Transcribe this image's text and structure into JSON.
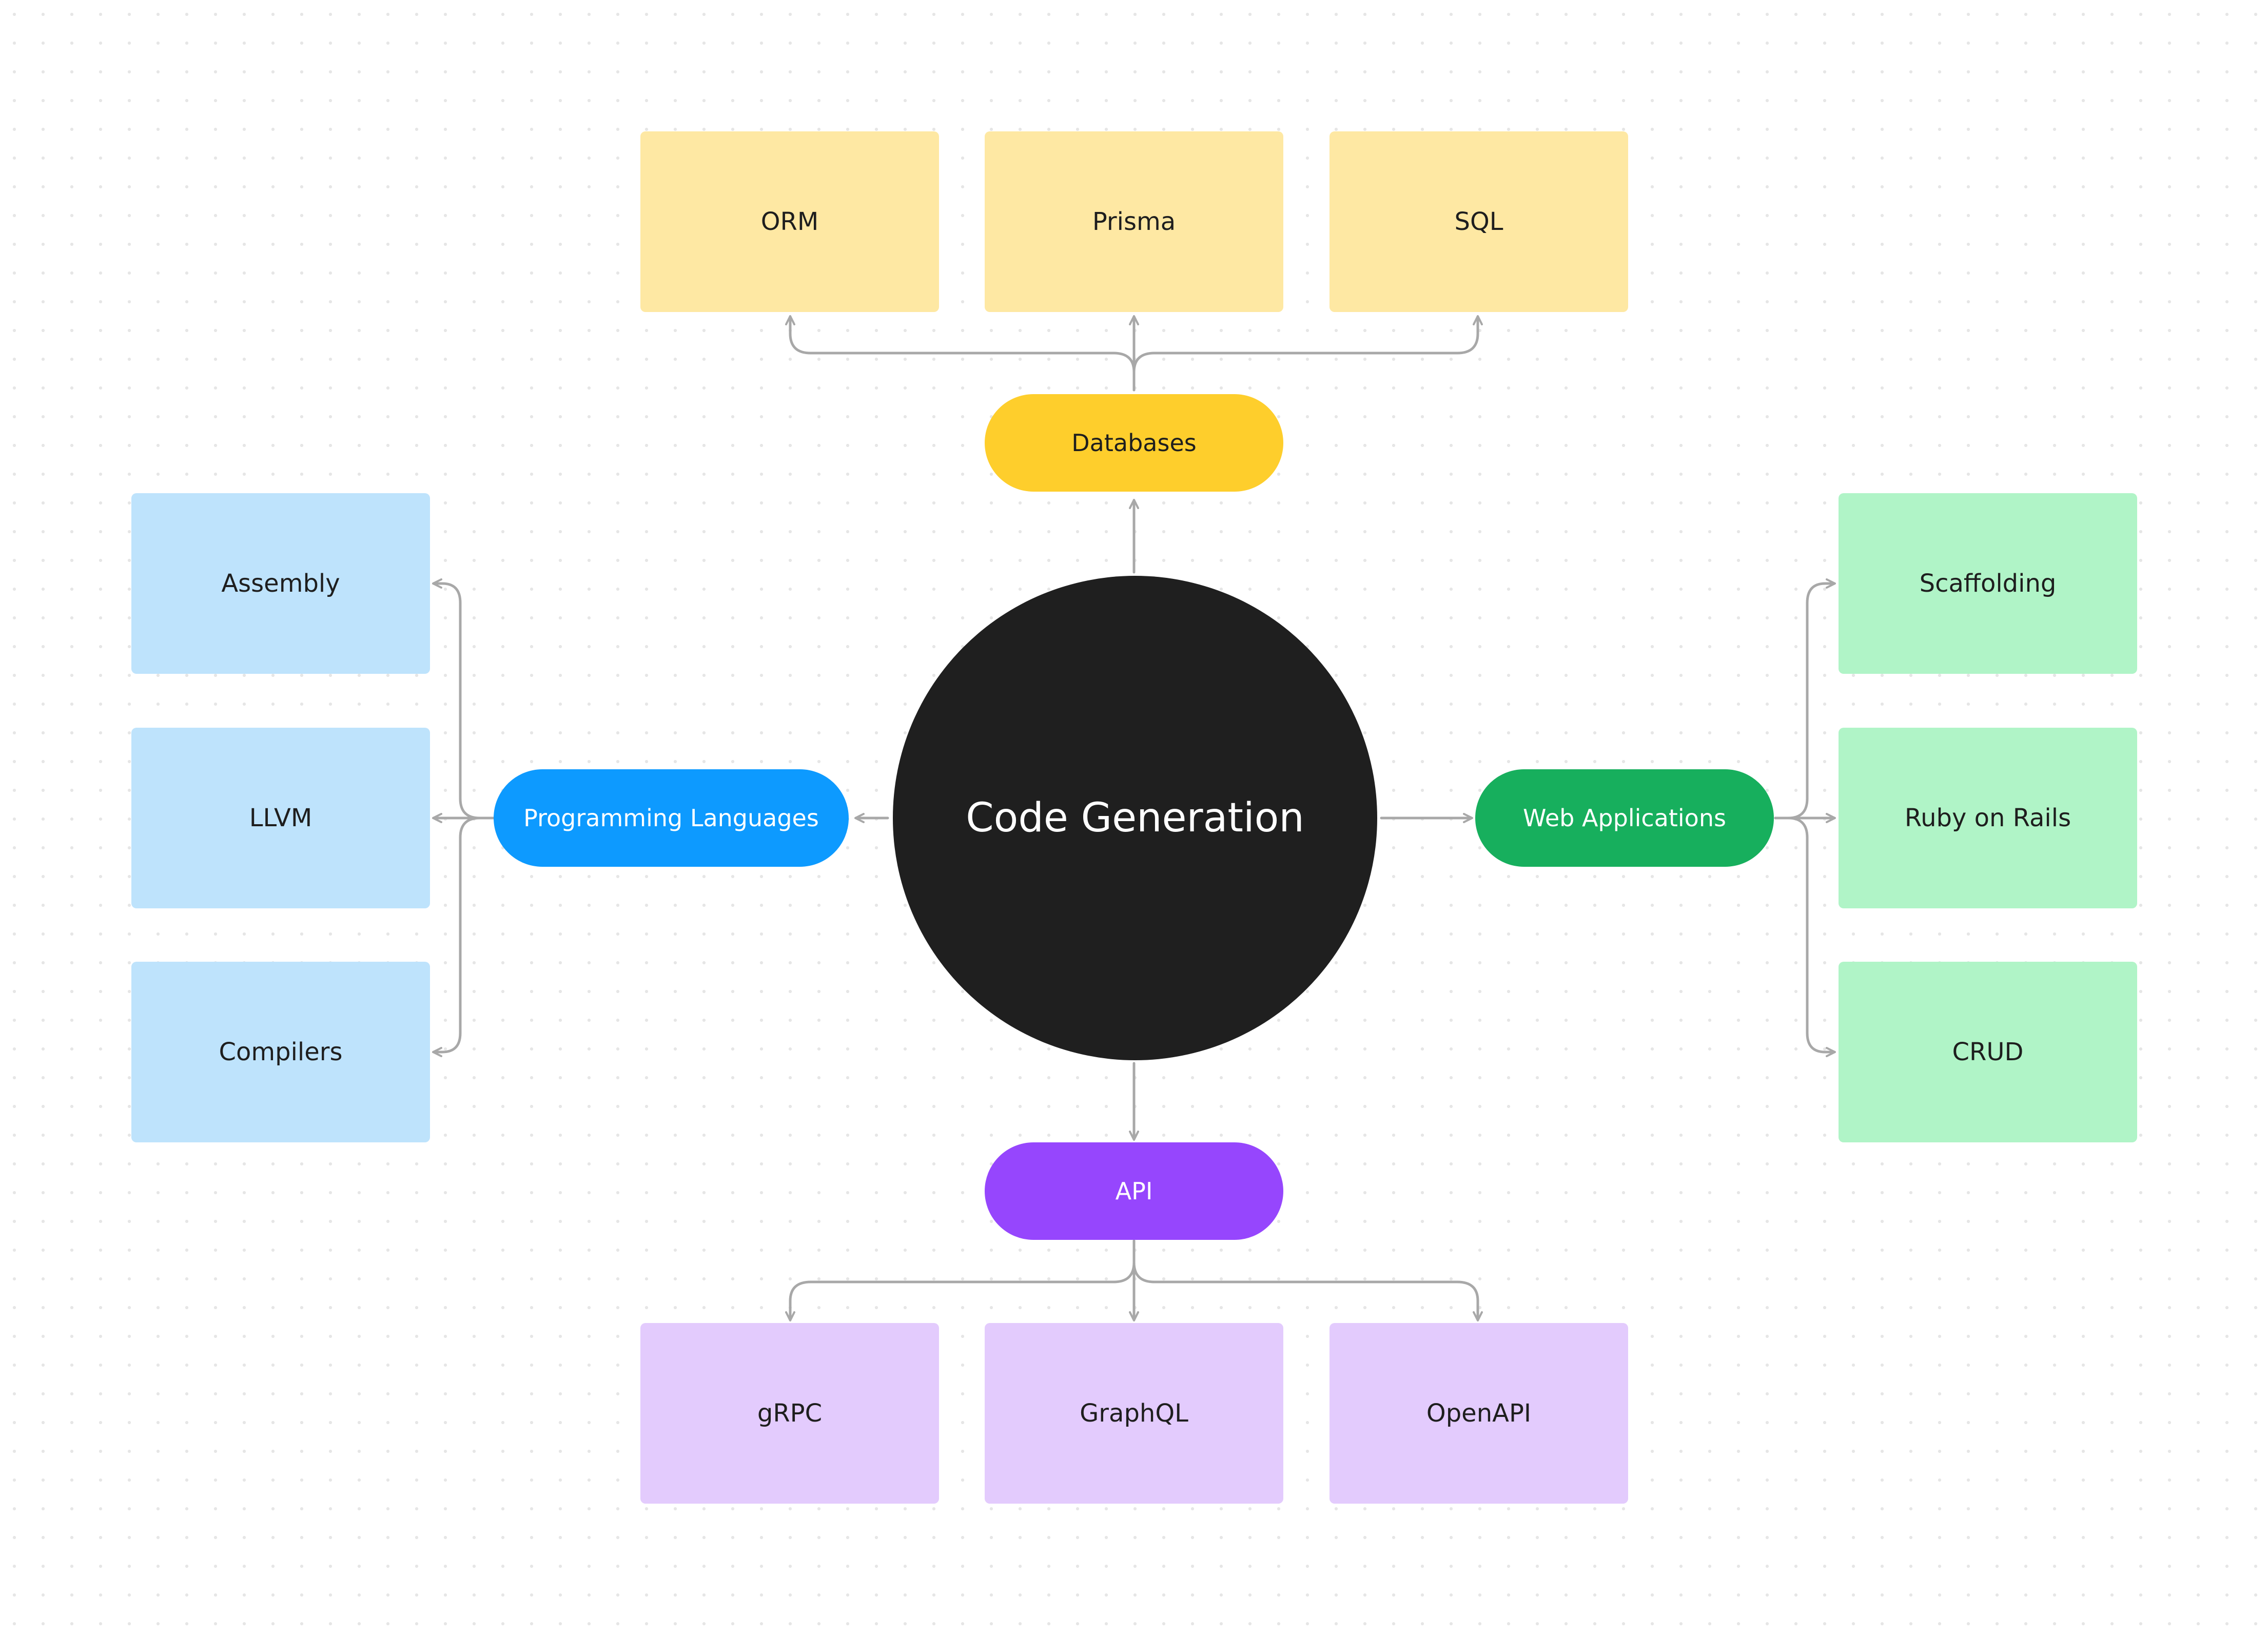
{
  "center": {
    "label": "Code Generation"
  },
  "branches": {
    "databases": {
      "label": "Databases",
      "color": "#fece2c",
      "leaf_color": "#fee8a3",
      "children": [
        "ORM",
        "Prisma",
        "SQL"
      ]
    },
    "programming_languages": {
      "label": "Programming Languages",
      "color": "#0d9aff",
      "leaf_color": "#bee3fc",
      "children": [
        "Assembly",
        "LLVM",
        "Compilers"
      ]
    },
    "web_applications": {
      "label": "Web Applications",
      "color": "#17af5d",
      "leaf_color": "#b0f4c7",
      "children": [
        "Scaffolding",
        "Ruby on Rails",
        "CRUD"
      ]
    },
    "api": {
      "label": "API",
      "color": "#9646fd",
      "leaf_color": "#e3cbfd",
      "children": [
        "gRPC",
        "GraphQL",
        "OpenAPI"
      ]
    }
  },
  "connector_color": "#a8a8a8"
}
